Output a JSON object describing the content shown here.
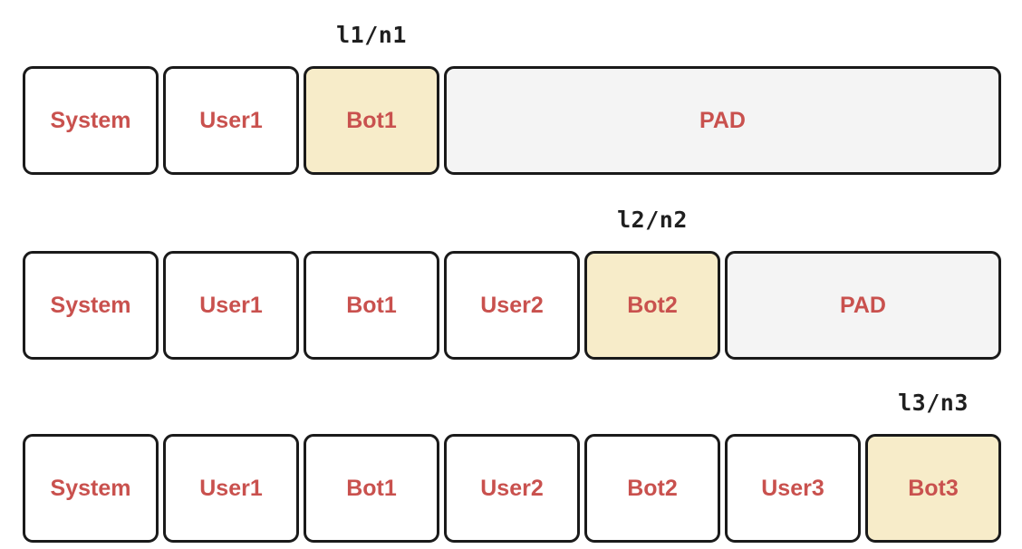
{
  "colors": {
    "page_bg": "#ffffff",
    "border": "#1a1a1a",
    "text_red": "#c9514e",
    "label_dark": "#1f1f1f",
    "highlight_bg": "#f7ecc9",
    "pad_bg": "#f4f4f4",
    "normal_bg": "#ffffff"
  },
  "layout": {
    "unit_width": 150,
    "gap": 5,
    "left_margin": 25,
    "row_tops": [
      73,
      277,
      479
    ],
    "annotation_tops": [
      24,
      228,
      430
    ]
  },
  "rows": [
    {
      "annotation": {
        "text": "l1/n1",
        "cell_index": 2
      },
      "cells": [
        {
          "label": "System",
          "type": "normal",
          "units": 1
        },
        {
          "label": "User1",
          "type": "normal",
          "units": 1
        },
        {
          "label": "Bot1",
          "type": "highlight",
          "units": 1
        },
        {
          "label": "PAD",
          "type": "pad",
          "units": 4
        }
      ]
    },
    {
      "annotation": {
        "text": "l2/n2",
        "cell_index": 4
      },
      "cells": [
        {
          "label": "System",
          "type": "normal",
          "units": 1
        },
        {
          "label": "User1",
          "type": "normal",
          "units": 1
        },
        {
          "label": "Bot1",
          "type": "normal",
          "units": 1
        },
        {
          "label": "User2",
          "type": "normal",
          "units": 1
        },
        {
          "label": "Bot2",
          "type": "highlight",
          "units": 1
        },
        {
          "label": "PAD",
          "type": "pad",
          "units": 2
        }
      ]
    },
    {
      "annotation": {
        "text": "l3/n3",
        "cell_index": 6
      },
      "cells": [
        {
          "label": "System",
          "type": "normal",
          "units": 1
        },
        {
          "label": "User1",
          "type": "normal",
          "units": 1
        },
        {
          "label": "Bot1",
          "type": "normal",
          "units": 1
        },
        {
          "label": "User2",
          "type": "normal",
          "units": 1
        },
        {
          "label": "Bot2",
          "type": "normal",
          "units": 1
        },
        {
          "label": "User3",
          "type": "normal",
          "units": 1
        },
        {
          "label": "Bot3",
          "type": "highlight",
          "units": 1
        }
      ]
    }
  ]
}
